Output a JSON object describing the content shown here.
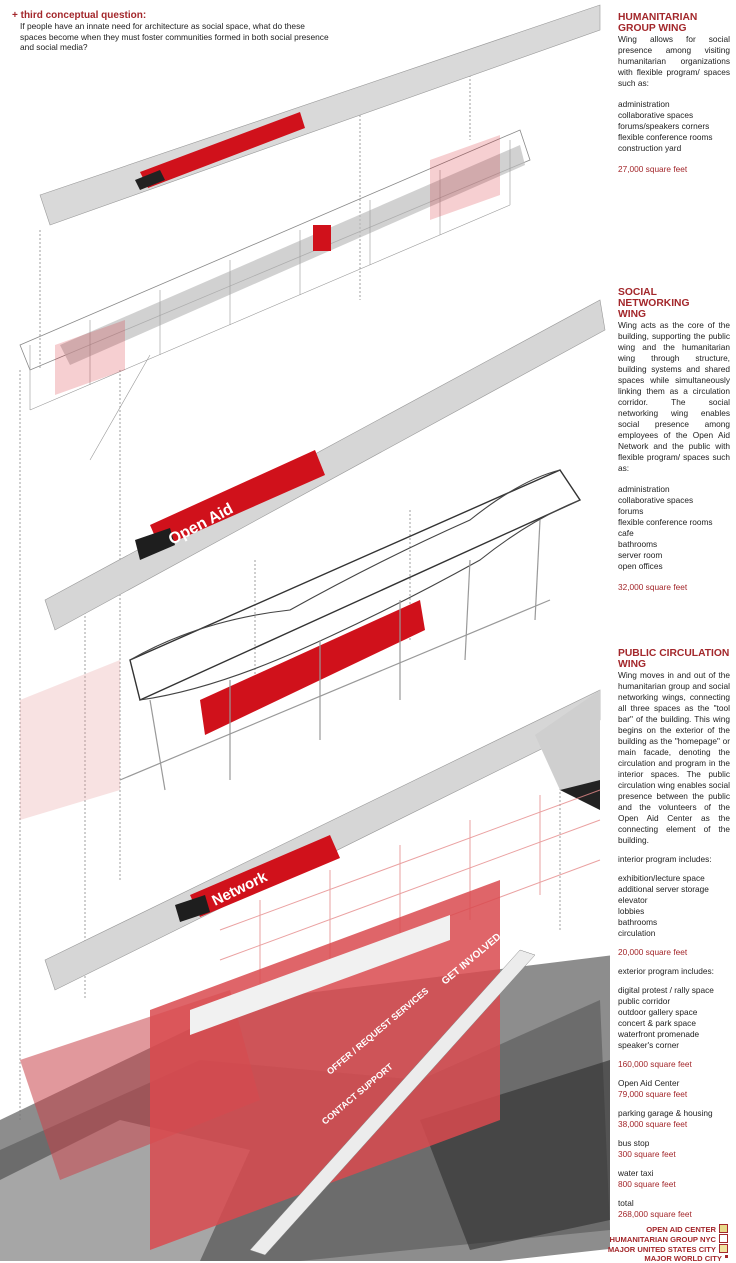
{
  "question": {
    "heading": "+ third conceptual question:",
    "text": "If people have an innate need for architecture as social space, what do these spaces become when they must foster communities formed in both social presence and social media?"
  },
  "sections": [
    {
      "title": "HUMANITARIAN GROUP WING",
      "body": "Wing allows for social presence among visiting humanitarian organizations with flexible program/ spaces such as:",
      "list": [
        "administration",
        "collaborative spaces",
        "forums/speakers  corners",
        "flexible conference rooms",
        "construction yard"
      ],
      "area": "27,000 square feet"
    },
    {
      "title": "SOCIAL NETWORKING WING",
      "body": "Wing acts as the core of the building, supporting the public wing and the humanitarian wing through structure, building systems and shared spaces while simultaneously linking them as a circulation corridor. The social networking wing enables social presence among employees of the Open Aid Network and the public with flexible program/ spaces such as:",
      "list": [
        "administration",
        "collaborative spaces",
        "forums",
        "flexible conference rooms",
        "cafe",
        "bathrooms",
        "server room",
        "open offices"
      ],
      "area": "32,000 square feet"
    },
    {
      "title": "PUBLIC CIRCULATION WING",
      "body": "Wing moves in and out of the humanitarian group and social networking wings, connecting all three spaces as the \"tool bar\" of the building.  This wing begins on the exterior of the building as the \"homepage\" or main facade, denoting the circulation and program in the interior spaces. The public circulation wing enables social presence between the public and the volunteers of the Open Aid Center  as the connecting element of the building.",
      "interior_heading": "interior program includes:",
      "interior_list": [
        "exhibition/lecture space",
        "additional server storage",
        "elevator",
        "lobbies",
        "bathrooms",
        "circulation"
      ],
      "interior_area": "20,000 square feet",
      "exterior_heading": "exterior program includes:",
      "exterior_list": [
        "digital protest / rally space",
        "public corridor",
        "outdoor gallery space",
        "concert & park space",
        "waterfront promenade",
        "speaker's corner"
      ],
      "exterior_area": "160,000 square feet"
    }
  ],
  "totals": [
    {
      "label": "Open Aid Center",
      "area": "79,000 square feet"
    },
    {
      "label": "parking garage & housing",
      "area": "38,000 square feet"
    },
    {
      "label": "bus stop",
      "area": "300 square feet"
    },
    {
      "label": "water taxi",
      "area": "800 square feet"
    },
    {
      "label": "total",
      "area": "268,000 square feet"
    }
  ],
  "legend": [
    {
      "label": "OPEN AID CENTER",
      "color": "#e8d98a"
    },
    {
      "label": "HUMANITARIAN GROUP NYC",
      "color": "#ffffff"
    },
    {
      "label": "MAJOR UNITED STATES CITY",
      "color": "#f1e3a0"
    },
    {
      "label": "MAJOR WORLD CITY",
      "color": "#a3272b"
    }
  ],
  "diagram_labels": {
    "roof2": "Open Aid",
    "roof3": "Network",
    "facade1": "GET INVOLVED",
    "facade2": "OFFER / REQUEST SERVICES",
    "facade3": "CONTACT SUPPORT"
  },
  "colors": {
    "accent": "#a3272b",
    "red": "#d0111b",
    "pink": "#e58a8a"
  }
}
